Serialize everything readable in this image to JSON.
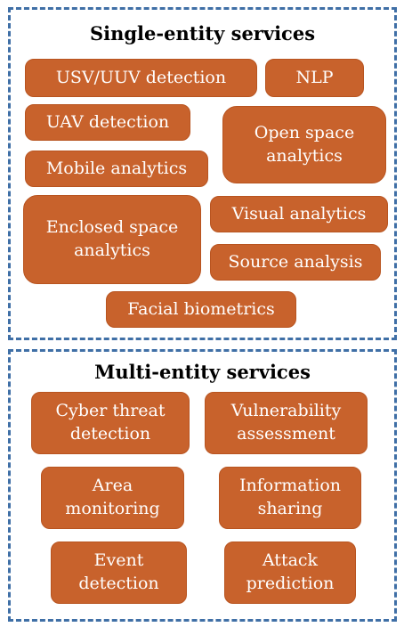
{
  "single": {
    "title": "Single-entity services",
    "items": {
      "usv": "USV/UUV detection",
      "nlp": "NLP",
      "uav": "UAV detection",
      "open": "Open space\nanalytics",
      "mobile": "Mobile analytics",
      "enclosed": "Enclosed space\nanalytics",
      "visual": "Visual analytics",
      "source": "Source analysis",
      "facial": "Facial biometrics"
    }
  },
  "multi": {
    "title": "Multi-entity services",
    "items": {
      "cyber": "Cyber threat\ndetection",
      "vuln": "Vulnerability\nassessment",
      "area": "Area\nmonitoring",
      "info": "Information\nsharing",
      "event": "Event\ndetection",
      "attack": "Attack\nprediction"
    }
  },
  "colors": {
    "box": "#c8622c",
    "border": "#3f6fa6",
    "text": "#ffffff"
  }
}
